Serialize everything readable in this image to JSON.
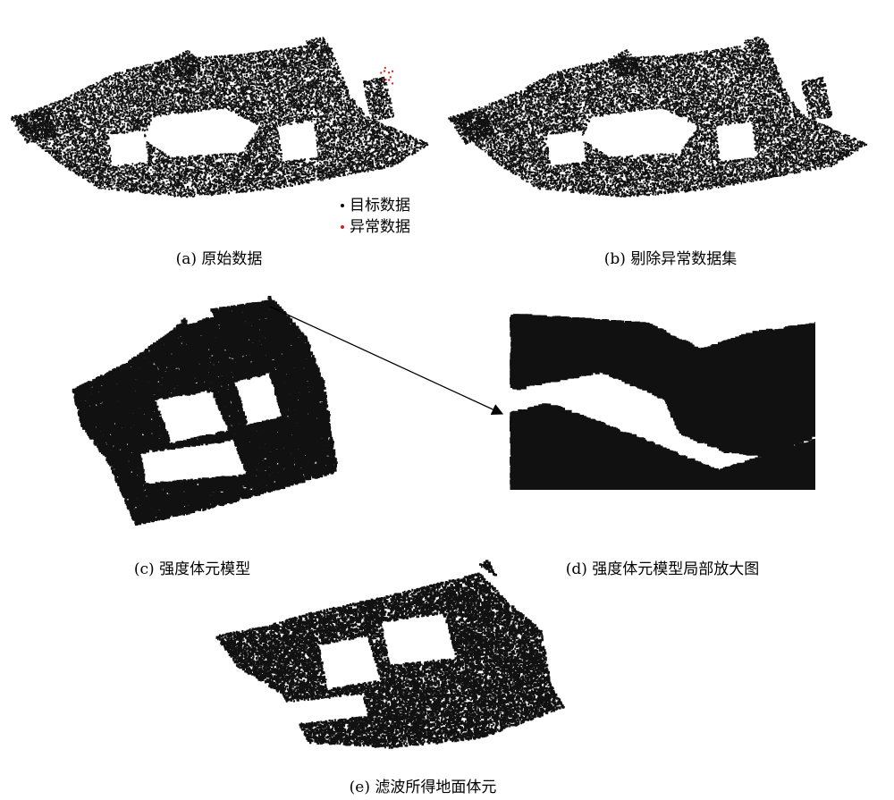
{
  "figure": {
    "panels": [
      {
        "id": "a",
        "caption": "(a) 原始数据"
      },
      {
        "id": "b",
        "caption": "(b) 剔除异常数据集"
      },
      {
        "id": "c",
        "caption": "(c) 强度体元模型"
      },
      {
        "id": "d",
        "caption": "(d) 强度体元模型局部放大图"
      },
      {
        "id": "e",
        "caption": "(e) 滤波所得地面体元"
      }
    ],
    "legend": {
      "target_label": "目标数据",
      "outlier_label": "异常数据",
      "target_color": "#000000",
      "outlier_color": "#d42020"
    },
    "point_color": "#111111"
  }
}
